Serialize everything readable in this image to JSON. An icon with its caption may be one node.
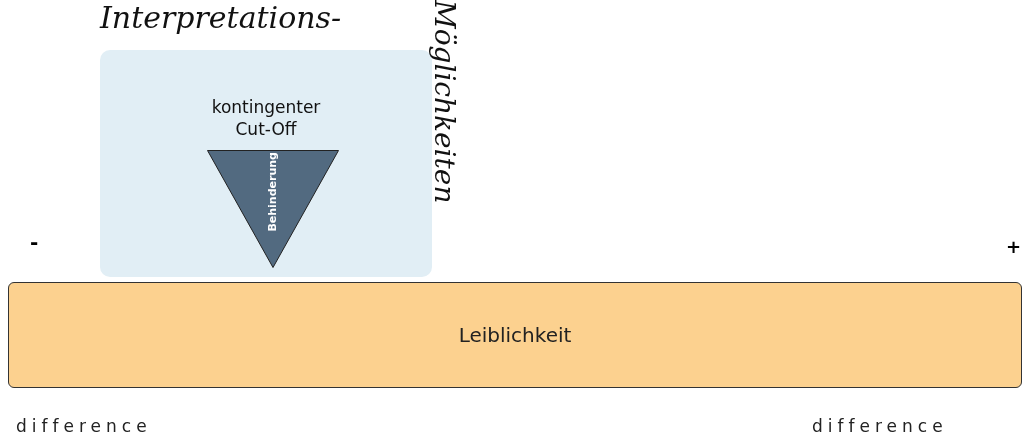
{
  "diagram": {
    "nodes": [
      {
        "text": [
          "kontingenter Cut-Off"
        ]
      },
      {
        "text": [
          "Behinderung"
        ],
        "in": 0
      },
      {
        "text": [
          "Leiblichkeit"
        ]
      }
    ],
    "labels": [
      "Interpretations-",
      "Möglichkeiten",
      "-",
      "+",
      "difference",
      "difference"
    ]
  }
}
